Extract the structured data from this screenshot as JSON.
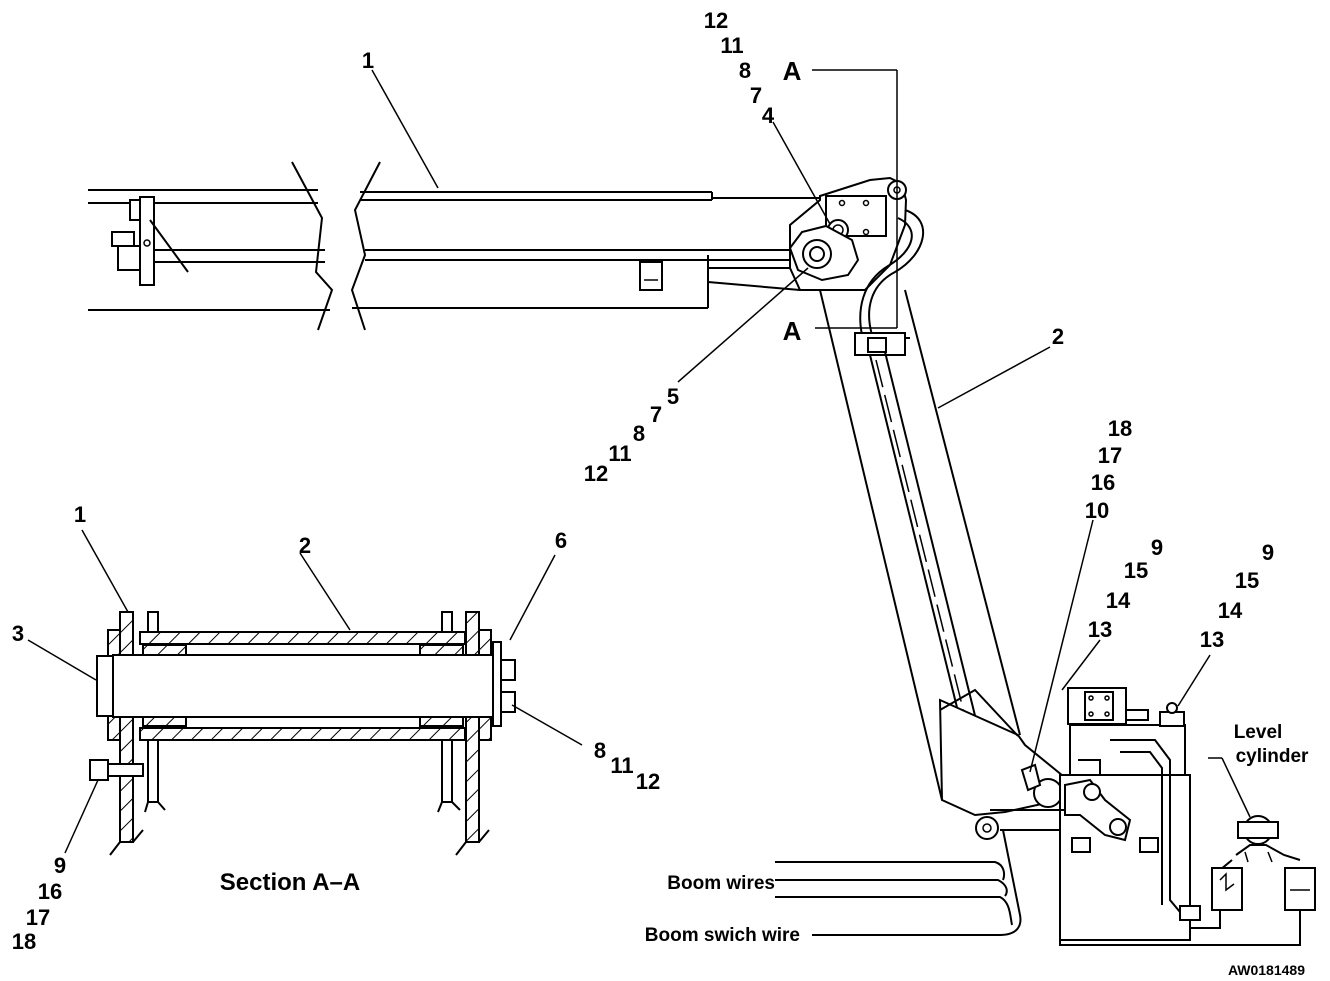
{
  "figure_code": "AW0181489",
  "section_title": "Section A–A",
  "section_marker": "A",
  "boom_callouts": {
    "item1": "1",
    "item2": "2",
    "top_stack": [
      "12",
      "11",
      "8",
      "7",
      "4"
    ],
    "pivot_stack": [
      "5",
      "7",
      "8",
      "11",
      "12"
    ],
    "lower_stack": [
      "18",
      "17",
      "16",
      "10"
    ],
    "valve_stack_left": [
      "9",
      "15",
      "14",
      "13"
    ],
    "valve_stack_right": [
      "9",
      "15",
      "14",
      "13"
    ]
  },
  "section_callouts": {
    "item1": "1",
    "item2": "2",
    "item3": "3",
    "item6": "6",
    "right_stack": [
      "8",
      "11",
      "12"
    ],
    "bottom_stack": [
      "9",
      "16",
      "17",
      "18"
    ]
  },
  "wire_labels": {
    "boom_wires": "Boom wires",
    "boom_switch_wire": "Boom swich wire",
    "level_cylinder_line1": "Level",
    "level_cylinder_line2": "cylinder"
  }
}
